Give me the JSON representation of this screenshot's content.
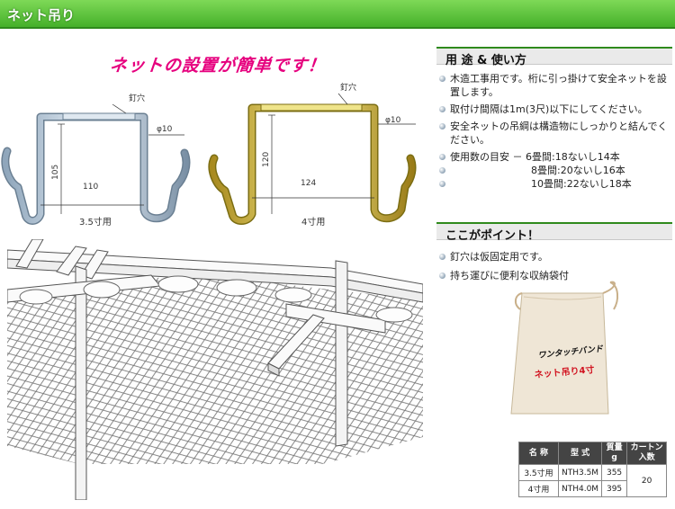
{
  "header": {
    "title": "ネット吊り"
  },
  "tagline": "ネットの設置が簡単です！",
  "products": [
    {
      "label_hole": "釘穴",
      "diameter": "φ10",
      "height": "105",
      "width": "110",
      "caption": "3.5寸用"
    },
    {
      "label_hole": "釘穴",
      "diameter": "φ10",
      "height": "120",
      "width": "124",
      "caption": "4寸用"
    }
  ],
  "usage": {
    "heading": "用 途 & 使い方",
    "items": [
      "木造工事用です。桁に引っ掛けて安全ネットを設置します。",
      "取付け間隔は1m(3尺)以下にしてください。",
      "安全ネットの吊綱は構造物にしっかりと結んでください。",
      "使用数の目安 － 6畳間:18ないし14本"
    ],
    "sub_items": [
      "8畳間:20ないし16本",
      "10畳間:22ないし18本"
    ]
  },
  "points": {
    "heading": "ここがポイント！",
    "items": [
      "釘穴は仮固定用です。",
      "持ち運びに便利な収納袋付"
    ]
  },
  "bag": {
    "brand": "ワンタッチバンド",
    "label": "ネット吊り4寸"
  },
  "spec_table": {
    "headers": [
      "名 称",
      "型 式",
      "質量",
      "g",
      "カートン",
      "入数"
    ],
    "rows": [
      {
        "name": "3.5寸用",
        "model": "NTH3.5M",
        "weight": "355"
      },
      {
        "name": "4寸用",
        "model": "NTH4.0M",
        "weight": "395"
      }
    ],
    "carton_qty": "20"
  }
}
